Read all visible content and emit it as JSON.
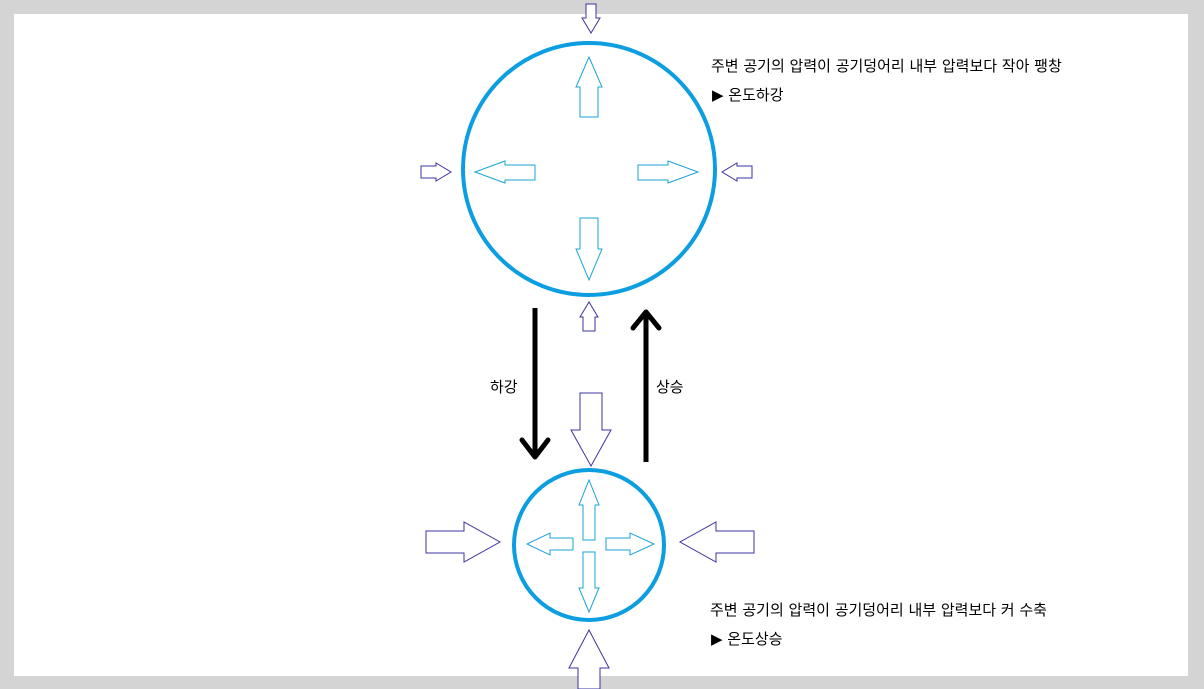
{
  "colors": {
    "background": "#d4d4d4",
    "canvas": "#ffffff",
    "parcel_outline": "#0c9ee0",
    "inner_arrow": "#1aa3d6",
    "outer_arrow": "#3a34a0",
    "process_arrow": "#000000"
  },
  "top_parcel": {
    "description_line1": "주변 공기의 압력이 공기덩어리 내부 압력보다 작아 팽창",
    "description_line2": "▶ 온도하강"
  },
  "bottom_parcel": {
    "description_line1": "주변 공기의 압력이 공기덩어리 내부 압력보다 커 수축",
    "description_line2": "▶ 온도상승"
  },
  "process": {
    "descend_label": "하강",
    "ascend_label": "상승"
  }
}
